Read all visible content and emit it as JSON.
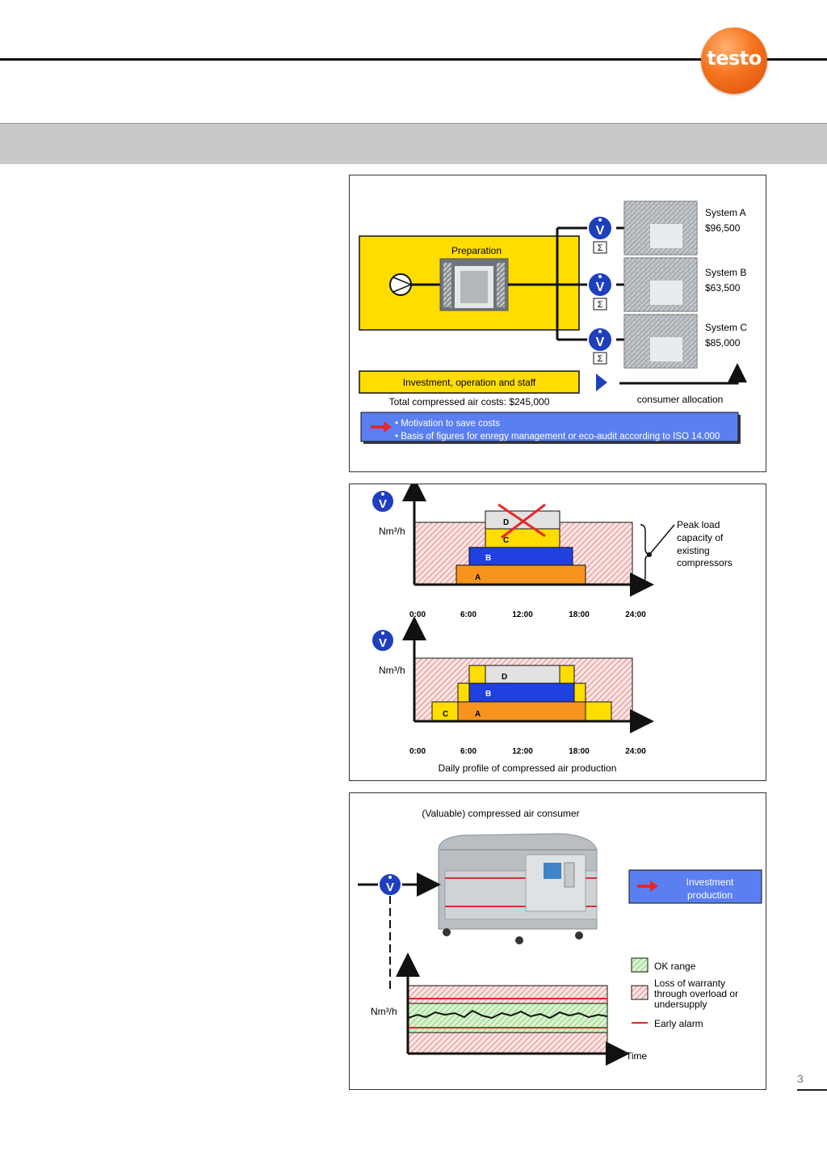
{
  "brand": {
    "logo_text": "testo",
    "colors": {
      "logo": "#f5741e",
      "yellow": "#ffdd00",
      "blue": "#5b7ff0",
      "orange": "#f7941d",
      "red": "#e8262b"
    }
  },
  "page": {
    "number": "3"
  },
  "diagram1": {
    "preparation_label": "Preparation",
    "systems": [
      {
        "name": "System A",
        "cost": "$96,500"
      },
      {
        "name": "System B",
        "cost": "$63,500"
      },
      {
        "name": "System C",
        "cost": "$85,000"
      }
    ],
    "meter_symbol": "V",
    "totalizer_symbol": "Σ",
    "investment_box": "Investment, operation and staff",
    "total_costs": "Total compressed air costs: $245,000",
    "consumer_allocation": "consumer allocation",
    "bullets": [
      "• Motivation to save costs",
      "• Basis of figures for enregy management or eco-audit according to ISO 14.000"
    ]
  },
  "diagram2": {
    "meter_symbol": "V",
    "ylabel": "Nm³/h",
    "x_ticks": [
      "0:00",
      "6:00",
      "12:00",
      "18:00",
      "24:00"
    ],
    "peak_label_lines": [
      "Peak load",
      "capacity of",
      "existing",
      "compressors"
    ],
    "caption": "Daily profile of compressed air production",
    "top_blocks": [
      "D",
      "C",
      "B",
      "A"
    ],
    "bottom_blocks": [
      "D",
      "B",
      "C",
      "A"
    ]
  },
  "diagram3": {
    "title": "(Valuable) compressed air consumer",
    "meter_symbol": "V",
    "investment_lines": [
      "Investment",
      "production"
    ],
    "ylabel": "Nm³/h",
    "xlabel": "Time",
    "legend": [
      {
        "label_lines": [
          "OK range"
        ]
      },
      {
        "label_lines": [
          "Loss of warranty",
          "through overload or",
          "undersupply"
        ]
      },
      {
        "label_lines": [
          "Early alarm"
        ]
      }
    ]
  }
}
